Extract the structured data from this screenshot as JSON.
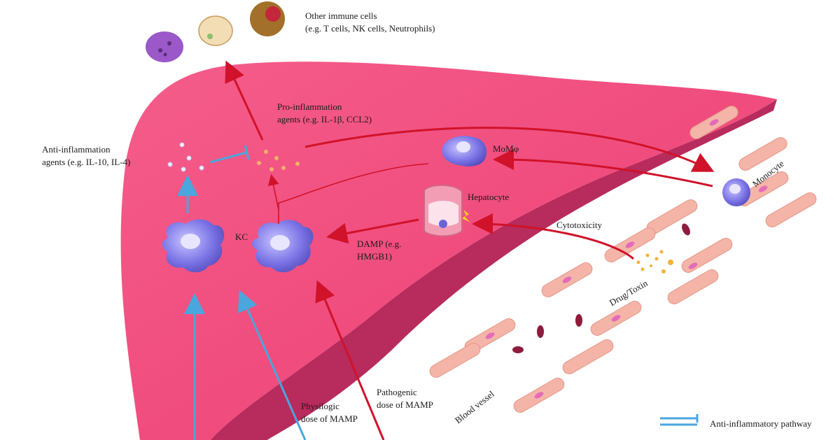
{
  "colors": {
    "liver": "#f0467a",
    "liver_dark": "#c43063",
    "pro_inflammatory_arrow": "#d0122a",
    "anti_inflammatory_arrow": "#4aa6dc",
    "vessel": "#f4b5a8",
    "cell_violet": "#6a63d8"
  },
  "labels": {
    "other_immune_title": "Other immune cells",
    "other_immune_examples": "(e.g. T cells, NK cells, Neutrophils)",
    "pro_inflammation_line1": "Pro-inflammation",
    "pro_inflammation_line2": "agents (e.g. IL-1β, CCL2)",
    "anti_inflammation_line1": "Anti-inflammation",
    "anti_inflammation_line2": "agents (e.g. IL-10, IL-4)",
    "momphi": "MoMφ",
    "monocyte": "Monocyte",
    "hepatocyte": "Hepatocyte",
    "cytotoxicity": "Cytotoxicity",
    "kc": "KC",
    "damp_line1": "DAMP (e.g.",
    "damp_line2": "HMGB1)",
    "drug_toxin": "Drug/Toxin",
    "blood_vessel": "Blood vessel",
    "physiologic_line1": "Physilogic",
    "physiologic_line2": "dose of MAMP",
    "pathogenic_line1": "Pathogenic",
    "pathogenic_line2": "dose of MAMP"
  },
  "legend": {
    "anti_inflammatory_pathway": "Anti-inflammatory pathway"
  }
}
